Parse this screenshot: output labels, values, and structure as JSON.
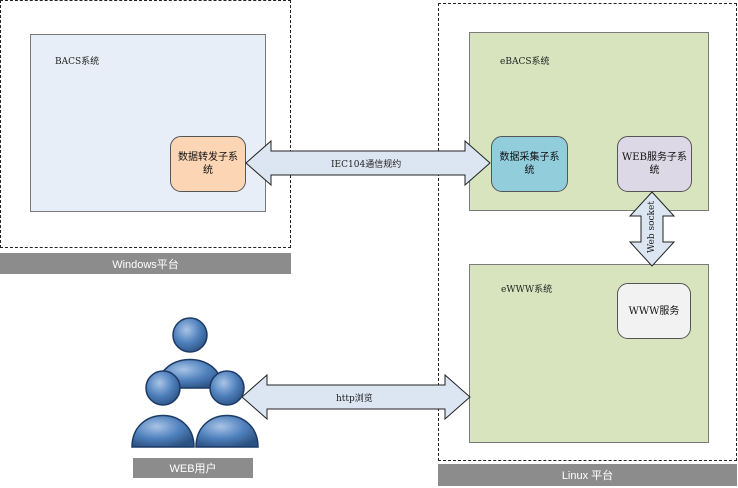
{
  "windows_platform": {
    "label": "Windows平台"
  },
  "linux_platform": {
    "label": "Linux 平台"
  },
  "bacs": {
    "title": "BACS系统",
    "forwarder": "数据转发子系统"
  },
  "ebacs": {
    "title": "eBACS系统",
    "collector": "数据采集子系统",
    "web_service": "WEB服务子系统"
  },
  "ewww": {
    "title": "eWWW系统",
    "www_service": "WWW服务"
  },
  "links": {
    "iec104": "IEC104通信规约",
    "websocket": "Web socket",
    "http": "http浏览"
  },
  "users": {
    "label": "WEB用户"
  },
  "colors": {
    "bacs_fill": "#e8eef7",
    "green_fill": "#d7e4bd",
    "orange_fill": "#fcd5b5",
    "teal_fill": "#92cddc",
    "lavender_fill": "#dcd8e6",
    "www_fill": "#f2f2f2",
    "arrow_fill": "#dce6f2",
    "user_blue": "#4f81bd",
    "platform_label": "#8c8c8c"
  },
  "icons": [
    "users-group-icon"
  ]
}
